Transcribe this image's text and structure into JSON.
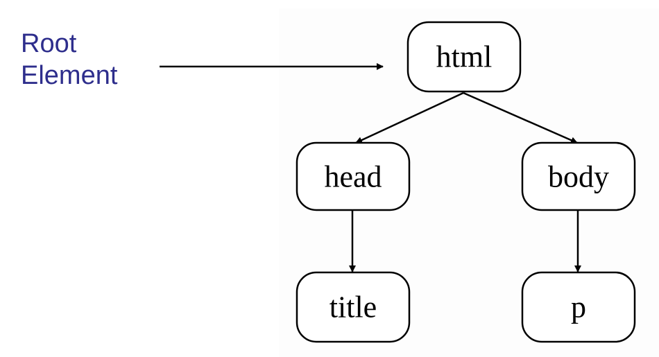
{
  "annotation": {
    "line1": "Root",
    "line2": "Element"
  },
  "tree": {
    "root": "html",
    "children": [
      {
        "label": "head",
        "children": [
          {
            "label": "title"
          }
        ]
      },
      {
        "label": "body",
        "children": [
          {
            "label": "p"
          }
        ]
      }
    ]
  },
  "colors": {
    "annotation_text": "#2e2e8c",
    "node_stroke": "#000000",
    "node_fill": "#ffffff"
  }
}
